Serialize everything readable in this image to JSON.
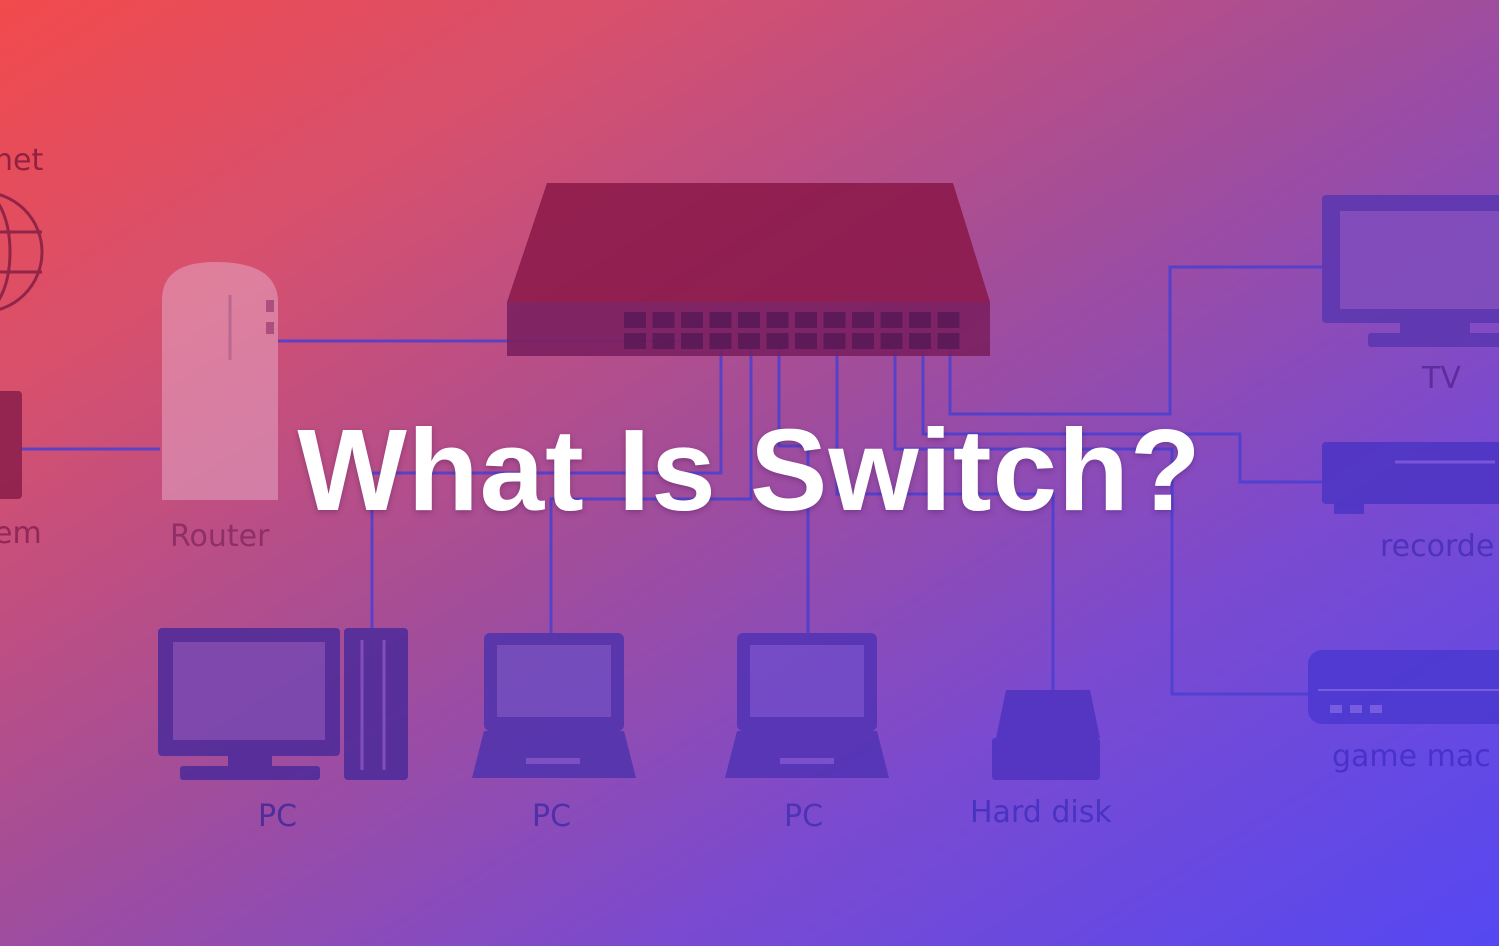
{
  "title": "What Is Switch?",
  "diagram": {
    "labels": {
      "internet": "net",
      "modem": "em",
      "router": "Router",
      "pc1": "PC",
      "pc2": "PC",
      "pc3": "PC",
      "hard_disk": "Hard disk",
      "tv": "TV",
      "recorder": "recorde",
      "game": "game mac"
    }
  },
  "colors": {
    "gradient_start": "#f24a4c",
    "gradient_end": "#5548f2",
    "device_fill": "#6b2f8e",
    "line": "#4a3fd0",
    "text": "#ffffff"
  }
}
